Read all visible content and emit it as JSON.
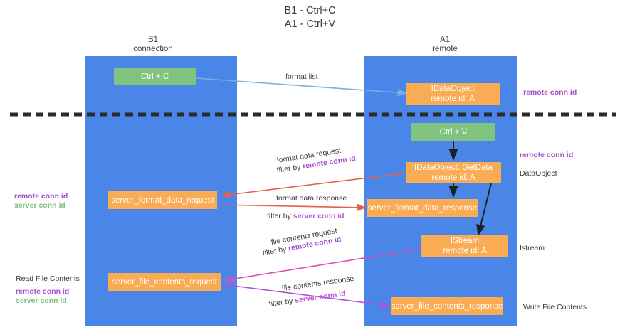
{
  "title": {
    "line1": "B1 - Ctrl+C",
    "line2": "A1 - Ctrl+V"
  },
  "lanes": [
    {
      "id": "b1",
      "name": "B1",
      "role": "connection"
    },
    {
      "id": "a1",
      "name": "A1",
      "role": "remote"
    }
  ],
  "nodes": {
    "ctrl_c": {
      "label": "Ctrl + C",
      "color": "#7fc37f"
    },
    "idataobject": {
      "label": "IDataObject",
      "sub": "remote id: A",
      "color": "#f9ac54"
    },
    "ctrl_v": {
      "label": "Ctrl + V",
      "color": "#7fc37f"
    },
    "getdata": {
      "label": "IDataObject::GetData",
      "sub": "remote id: A",
      "color": "#f9ac54"
    },
    "server_format_data_request": {
      "label": "server_format_data_request",
      "color": "#f9ac54"
    },
    "server_format_data_response": {
      "label": "server_format_data_response",
      "color": "#f9ac54"
    },
    "istream": {
      "label": "IStream",
      "sub": "remote id: A",
      "color": "#f9ac54"
    },
    "server_file_contents_request": {
      "label": "server_file_contents_request",
      "color": "#f9ac54"
    },
    "server_file_contents_response": {
      "label": "server_file_contents_response",
      "color": "#f9ac54"
    }
  },
  "edges": {
    "format_list": {
      "label": "format list",
      "color": "#7aaedc"
    },
    "format_data_request": {
      "label": "format data request",
      "filter_prefix": "filter by ",
      "filter_key": "remote conn id",
      "color": "#e8604c"
    },
    "format_data_response": {
      "label": "format data response",
      "filter_prefix": "filter by ",
      "filter_key": "server conn id",
      "color": "#e8604c"
    },
    "file_contents_request": {
      "label": "file contents request",
      "filter_prefix": "filter by ",
      "filter_key": "remote conn id",
      "color": "#d94fb0"
    },
    "file_contents_response": {
      "label": "file contents response",
      "filter_prefix": "filter by ",
      "filter_key": "server conn id",
      "color": "#b14fd8"
    }
  },
  "annotations": {
    "remote_conn_id_top": "remote conn id",
    "remote_conn_id_mid": "remote conn id",
    "dataobject": "DataObject",
    "istream": "Istream",
    "write_file_contents": "Write File Contents",
    "read_file_contents": "Read File Contents",
    "left_keys_mid": {
      "remote": "remote conn id",
      "server": "server conn id"
    },
    "left_keys_bottom": {
      "remote": "remote conn id",
      "server": "server conn id"
    }
  },
  "colors": {
    "lane": "#4a86e8",
    "green_node": "#7fc37f",
    "orange_node": "#f9ac54",
    "remote_key": "#a64fd0",
    "server_key_green": "#7dbd7d",
    "divider": "#2b2b2b"
  }
}
